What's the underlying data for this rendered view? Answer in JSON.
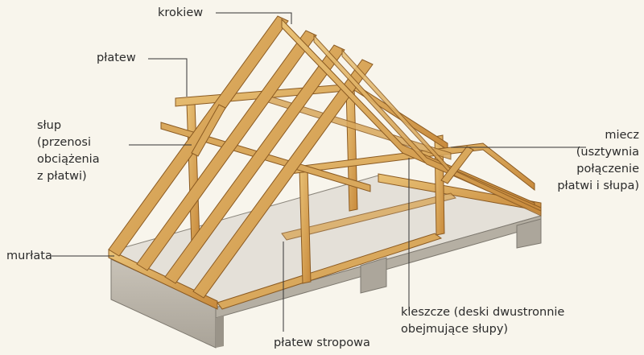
{
  "labels": {
    "krokiew": "krokiew",
    "platew": "płatew",
    "slup": [
      "słup",
      "(przenosi",
      "obciążenia",
      "z płatwi)"
    ],
    "murlata": "murłata",
    "miecz": [
      "miecz",
      "(usztywnia",
      "połączenie",
      "płatwi i słupa)"
    ],
    "kleszcze": [
      "kleszcze (deski dwustronnie",
      "obejmujące słupy)"
    ],
    "platew_stropowa": "płatew stropowa"
  }
}
